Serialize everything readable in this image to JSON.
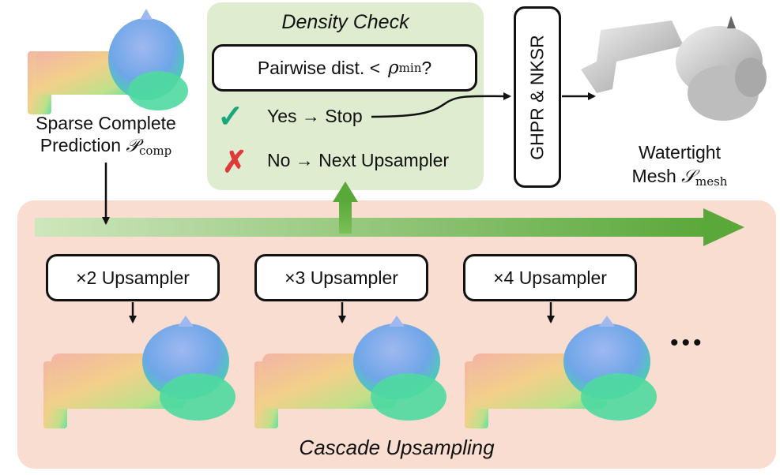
{
  "density_check": {
    "title": "Density Check",
    "question_prefix": "Pairwise dist. <",
    "question_symbol": "ρ",
    "question_subscript": "min",
    "question_suffix": "?",
    "yes_label": "Yes → Stop",
    "no_label": "No → Next Upsampler",
    "yes_mark": "✓",
    "no_mark": "✗"
  },
  "input": {
    "line1": "Sparse Complete",
    "line2_text": "Prediction",
    "symbol": "𝒫",
    "subscript": "comp"
  },
  "reconstruction": {
    "label": "GHPR & NKSR"
  },
  "output": {
    "line1": "Watertight",
    "line2_text": "Mesh",
    "symbol": "𝒮",
    "subscript": "mesh"
  },
  "cascade": {
    "title": "Cascade Upsampling",
    "upsamplers": [
      {
        "label": "×2 Upsampler"
      },
      {
        "label": "×3 Upsampler"
      },
      {
        "label": "×4 Upsampler"
      }
    ],
    "ellipsis": "•••"
  },
  "colors": {
    "cascade_panel": "#f8ddd0",
    "density_panel": "#dfeccf",
    "arrow_green": "#6aaf45",
    "check_green": "#1aa87a",
    "cross_red": "#e03a3a"
  }
}
